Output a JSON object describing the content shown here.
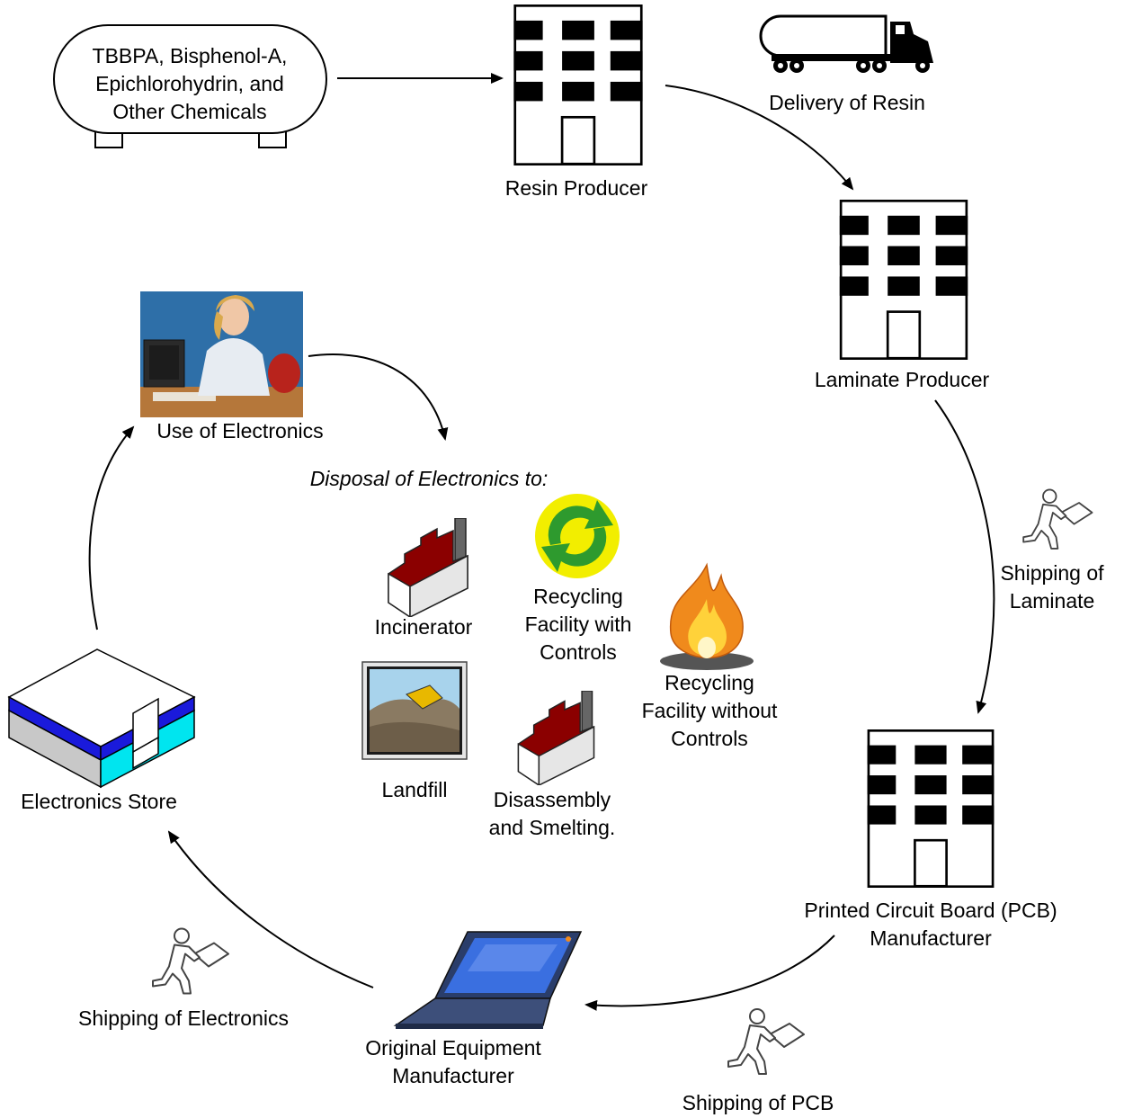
{
  "chemicals": {
    "lines": [
      "TBBPA, Bisphenol-A,",
      "Epichlorohydrin, and",
      "Other Chemicals"
    ]
  },
  "nodes": {
    "resin_producer": "Resin Producer",
    "delivery_of_resin": "Delivery of Resin",
    "laminate_producer": "Laminate Producer",
    "shipping_of_laminate": [
      "Shipping of",
      "Laminate"
    ],
    "pcb_manufacturer": [
      "Printed Circuit Board (PCB)",
      "Manufacturer"
    ],
    "shipping_of_pcb": "Shipping of PCB",
    "oem": [
      "Original Equipment",
      "Manufacturer"
    ],
    "shipping_of_electronics": "Shipping of Electronics",
    "electronics_store": "Electronics Store",
    "use_of_electronics": "Use of Electronics"
  },
  "disposal": {
    "heading": "Disposal of Electronics to:",
    "incinerator": "Incinerator",
    "recycling_with_controls": [
      "Recycling",
      "Facility with",
      "Controls"
    ],
    "recycling_without_controls": [
      "Recycling",
      "Facility without",
      "Controls"
    ],
    "landfill": "Landfill",
    "disassembly": [
      "Disassembly",
      "and Smelting."
    ]
  },
  "colors": {
    "factory_roof": "#8b0000",
    "recycle_yellow": "#f2ee00",
    "recycle_green": "#2e9a2e",
    "store_blue": "#1a1adb",
    "store_cyan": "#00e5ef",
    "laptop_screen": "#3a6fe0",
    "flame_orange": "#f08a1c"
  },
  "icons": [
    "chemical-tank-icon",
    "building-icon",
    "tanker-truck-icon",
    "person-carrying-box-icon",
    "laptop-icon",
    "store-icon",
    "office-worker-icon",
    "factory-icon",
    "recycle-logo-icon",
    "fire-icon",
    "landfill-icon"
  ]
}
